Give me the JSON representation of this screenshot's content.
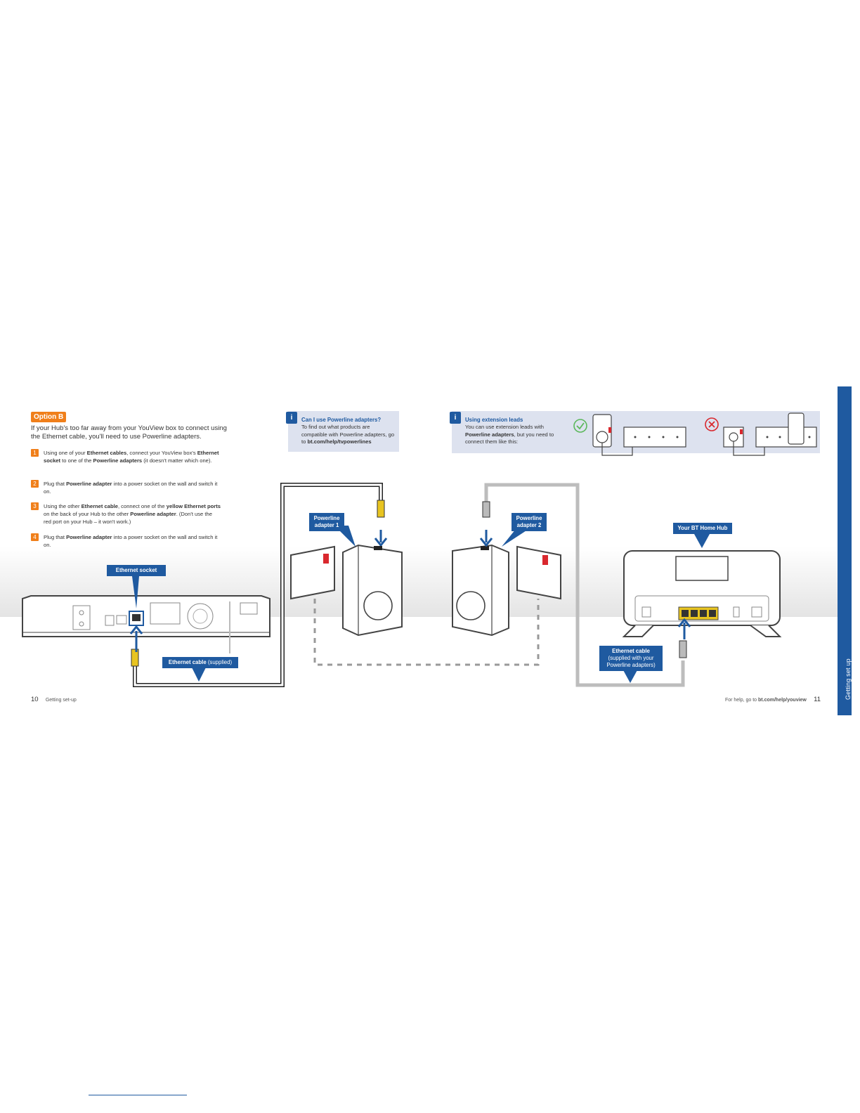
{
  "colors": {
    "brand_blue": "#1f5aa0",
    "accent_orange": "#f07f1a",
    "info_bg": "#dde2ef",
    "cable_yellow": "#e8c420",
    "ok_green": "#5cb85c",
    "no_red": "#d9282e"
  },
  "option": {
    "badge": "Option B",
    "intro": "If your Hub's too far away from your YouView box to connect using the Ethernet cable, you'll need to use Powerline adapters."
  },
  "steps": [
    {
      "num": "1",
      "parts": [
        "Using one of your ",
        "Ethernet cables",
        ", connect your YouView box's ",
        "Ethernet socket",
        " to one of the ",
        "Powerline adapters",
        " (it doesn't matter which one)."
      ]
    },
    {
      "num": "2",
      "parts": [
        "Plug that ",
        "Powerline adapter",
        " into a power socket on the wall and switch it on."
      ]
    },
    {
      "num": "3",
      "parts": [
        "Using the other ",
        "Ethernet cable",
        ", connect one of the ",
        "yellow Ethernet ports",
        " on the back of your Hub to the other ",
        "Powerline adapter",
        ". (Don't use the red port on your Hub – it won't work.)"
      ]
    },
    {
      "num": "4",
      "parts": [
        "Plug that ",
        "Powerline adapter",
        " into a power socket on the wall and switch it on."
      ]
    }
  ],
  "info_powerline": {
    "icon": "i",
    "title": "Can I use Powerline adapters?",
    "text": "To find out what products are compatible with Powerline adapters, go to ",
    "link": "bt.com/help/tvpowerlines"
  },
  "info_extension": {
    "icon": "i",
    "title": "Using extension leads",
    "text_a": "You can use extension leads with ",
    "bold": "Powerline adapters",
    "text_b": ", but you need to connect them like this:"
  },
  "callouts": {
    "ethernet_socket": "Ethernet socket",
    "ethernet_cable_bold": "Ethernet cable",
    "ethernet_cable_light": "(supplied)",
    "powerline_1": "Powerline adapter 1",
    "powerline_2": "Powerline adapter 2",
    "hub": "Your BT Home Hub",
    "hub_cable_title": "Ethernet cable",
    "hub_cable_sub": "(supplied with your Powerline adapters)"
  },
  "footer": {
    "left_page": "10",
    "left_text": "Getting set-up",
    "right_text": "For help, go to ",
    "right_link": "bt.com/help/youview",
    "right_page": "11"
  },
  "side_tab": "Getting set up",
  "icons": [
    "info-icon",
    "check-icon",
    "cross-icon",
    "arrow-up-icon",
    "arrow-down-icon"
  ]
}
